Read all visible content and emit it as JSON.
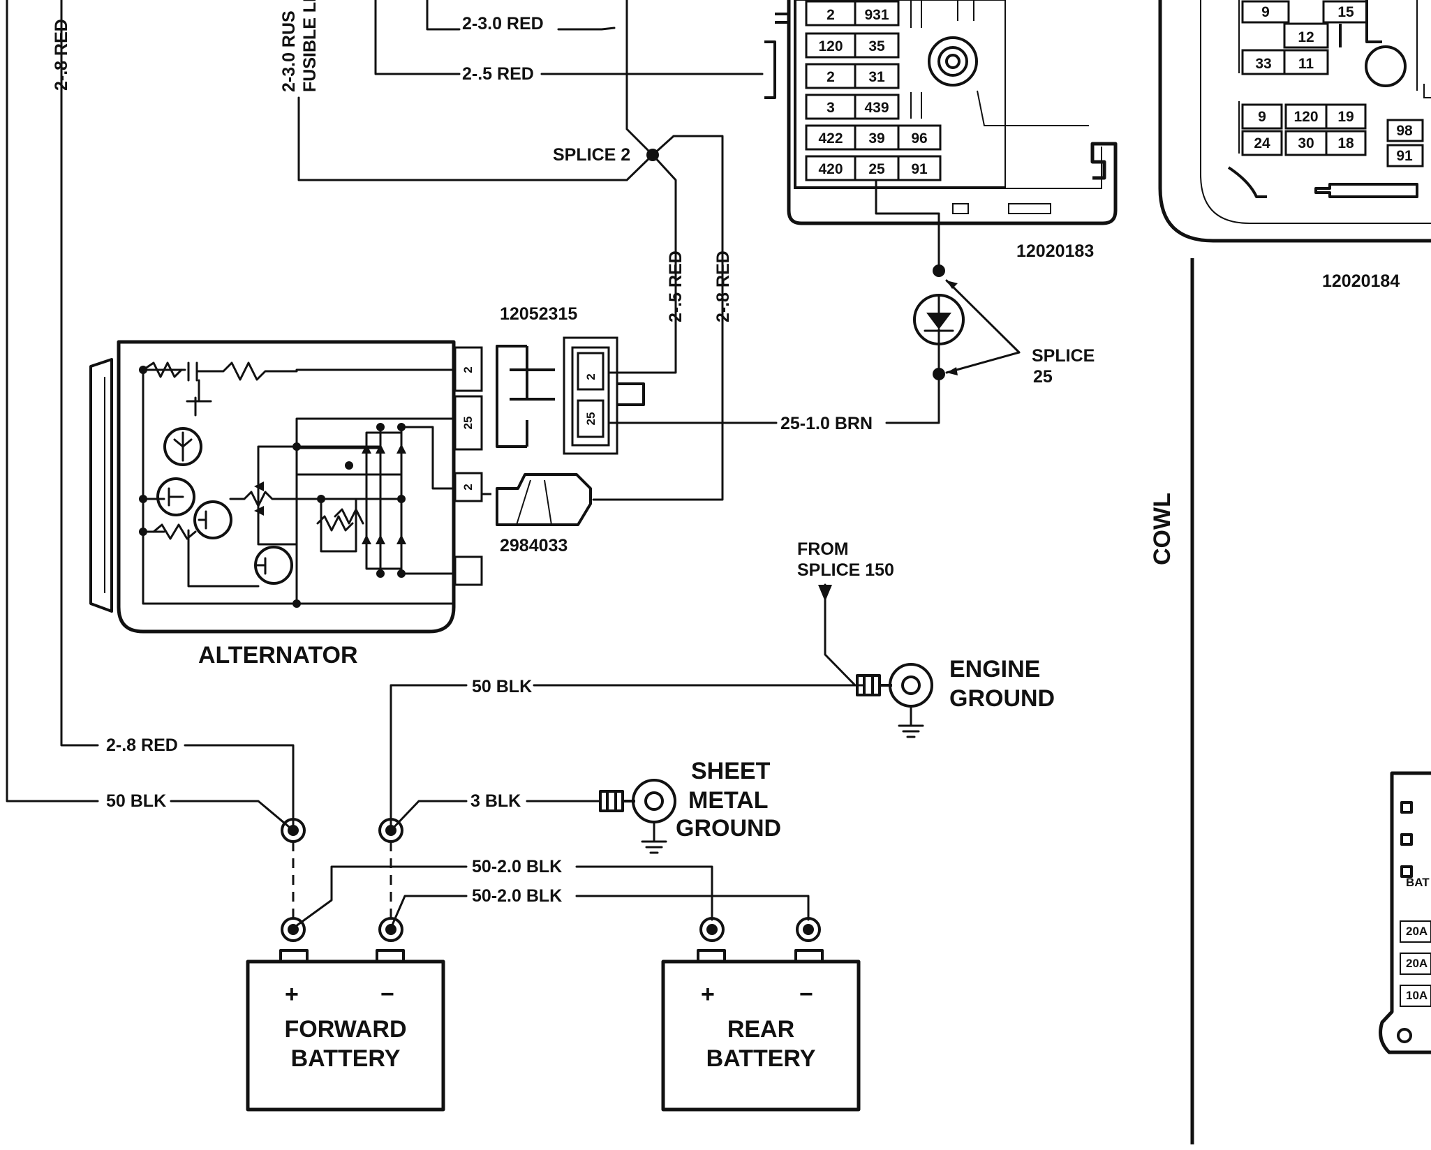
{
  "wires": {
    "w1": "2-3.0 RED",
    "w2": "2-.5 RED",
    "w3": "2-.5 RED",
    "w4": "2-.8 RED",
    "w5": "2-.8 RED",
    "w6": "2-.8 RED",
    "w7": "25-1.0 BRN",
    "w8": "50 BLK",
    "w9": "50 BLK",
    "w10": "3 BLK",
    "w11": "50-2.0 BLK",
    "w12": "50-2.0 BLK",
    "fusible_1": "2-3.0 RUS",
    "fusible_2": "FUSIBLE LI"
  },
  "splices": {
    "splice2": "SPLICE 2",
    "splice25_line1": "SPLICE",
    "splice25_line2": "25",
    "from_line1": "FROM",
    "from_line2": "SPLICE 150"
  },
  "parts": {
    "p1": "12020183",
    "p2": "12020184",
    "p3": "12052315",
    "p4": "2984033"
  },
  "components": {
    "alternator": "ALTERNATOR",
    "engine_ground_1": "ENGINE",
    "engine_ground_2": "GROUND",
    "sheet_1": "SHEET",
    "sheet_2": "METAL",
    "sheet_3": "GROUND",
    "forward_1": "FORWARD",
    "forward_2": "BATTERY",
    "rear_1": "REAR",
    "rear_2": "BATTERY",
    "plus": "+",
    "minus": "−",
    "cowl": "COWL"
  },
  "connector_pins": {
    "alt_pin_a": "2",
    "alt_pin_b": "25",
    "alt_pin_c": "2",
    "conn_pin_a": "2",
    "conn_pin_b": "25"
  },
  "fuse_block_1": {
    "rows": [
      [
        "2",
        "931"
      ],
      [
        "120",
        "35"
      ],
      [
        "2",
        "31"
      ],
      [
        "3",
        "439"
      ],
      [
        "422",
        "39",
        "96"
      ],
      [
        "420",
        "25",
        "91"
      ]
    ]
  },
  "fuse_block_2": {
    "cells": [
      "9",
      "15",
      "12",
      "33",
      "11",
      "9",
      "120",
      "19",
      "24",
      "30",
      "18",
      "98",
      "91"
    ]
  },
  "fuse_panel_labels": {
    "bat": "BAT",
    "a1": "20A",
    "a2": "20A",
    "a3": "10A"
  }
}
